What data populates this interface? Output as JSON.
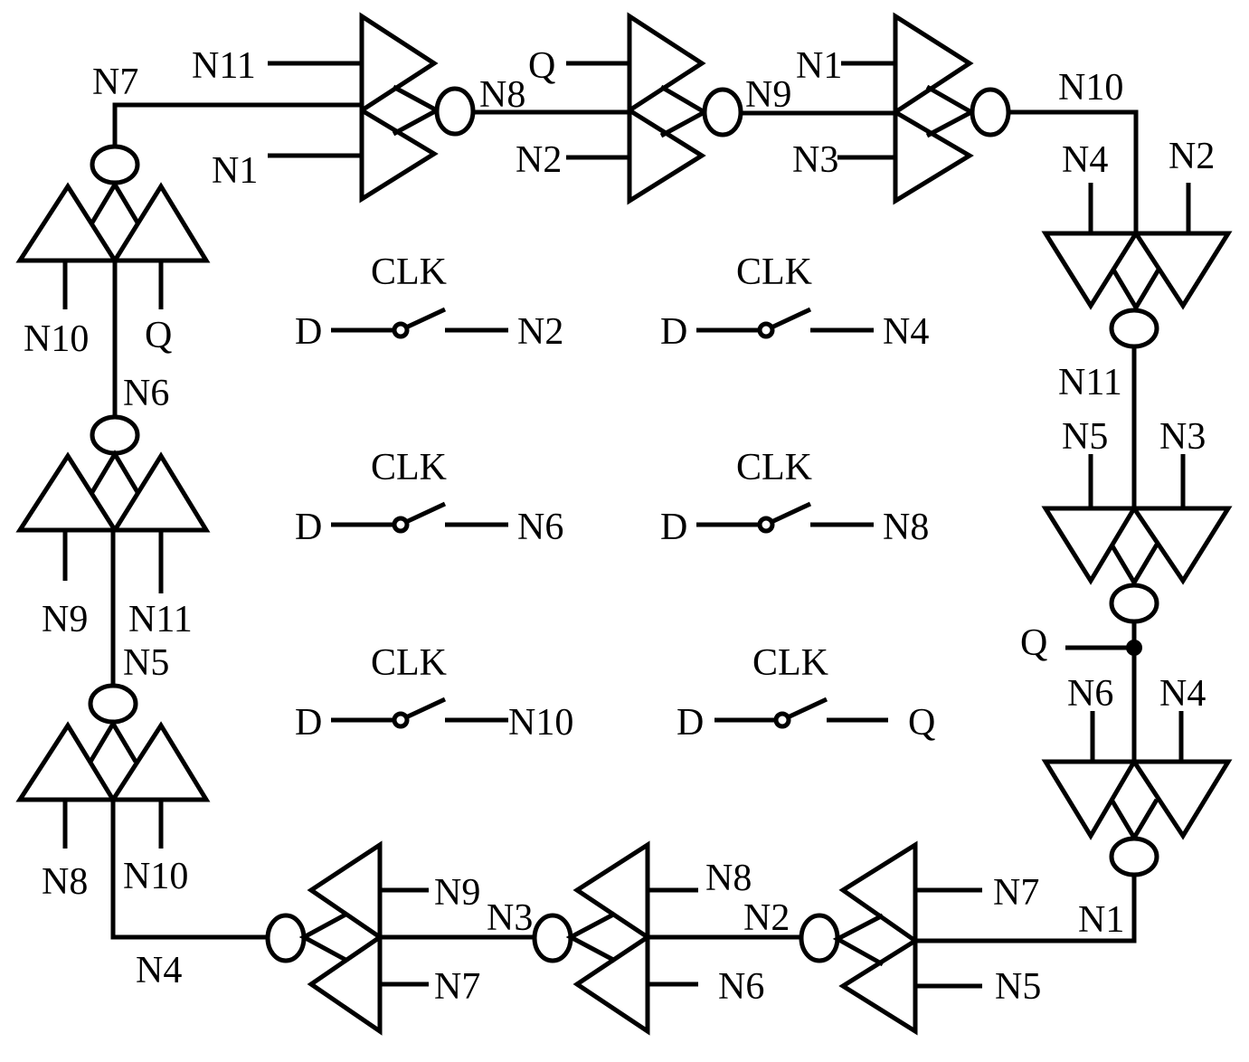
{
  "labels": {
    "top_g1_in1": "N11",
    "top_g1_in2": "N1",
    "top_g1_out": "N8",
    "top_g2_in1": "Q",
    "top_g2_in2": "N2",
    "top_g2_out": "N9",
    "top_g3_in1": "N1",
    "top_g3_in2": "N3",
    "top_g3_out": "N10",
    "left_top_node": "N7",
    "left_g1_in1": "N10",
    "left_g1_in2": "Q",
    "left_g1_out": "N6",
    "left_g2_in1": "N9",
    "left_g2_in2": "N11",
    "left_g2_out": "N5",
    "left_g3_in1": "N8",
    "left_g3_in2": "N10",
    "bottom_left_node": "N4",
    "bot_g1_in1": "N9",
    "bot_g1_in2": "N7",
    "bot_g1_out": "N3",
    "bot_g2_in1": "N8",
    "bot_g2_in2": "N6",
    "bot_g2_out": "N2",
    "bot_g3_in1": "N7",
    "bot_g3_in2": "N5",
    "bot_g3_out": "N1",
    "right_g1_in1": "N4",
    "right_g1_in2": "N2",
    "right_g1_out": "N11",
    "right_g2_in1": "N5",
    "right_g2_in2": "N3",
    "right_g3_in1": "N6",
    "right_g3_in2": "N4",
    "right_q_tap": "Q"
  },
  "switches": [
    {
      "clk": "CLK",
      "input": "D",
      "output": "N2"
    },
    {
      "clk": "CLK",
      "input": "D",
      "output": "N4"
    },
    {
      "clk": "CLK",
      "input": "D",
      "output": "N6"
    },
    {
      "clk": "CLK",
      "input": "D",
      "output": "N8"
    },
    {
      "clk": "CLK",
      "input": "D",
      "output": "N10"
    },
    {
      "clk": "CLK",
      "input": "D",
      "output": "Q"
    }
  ]
}
